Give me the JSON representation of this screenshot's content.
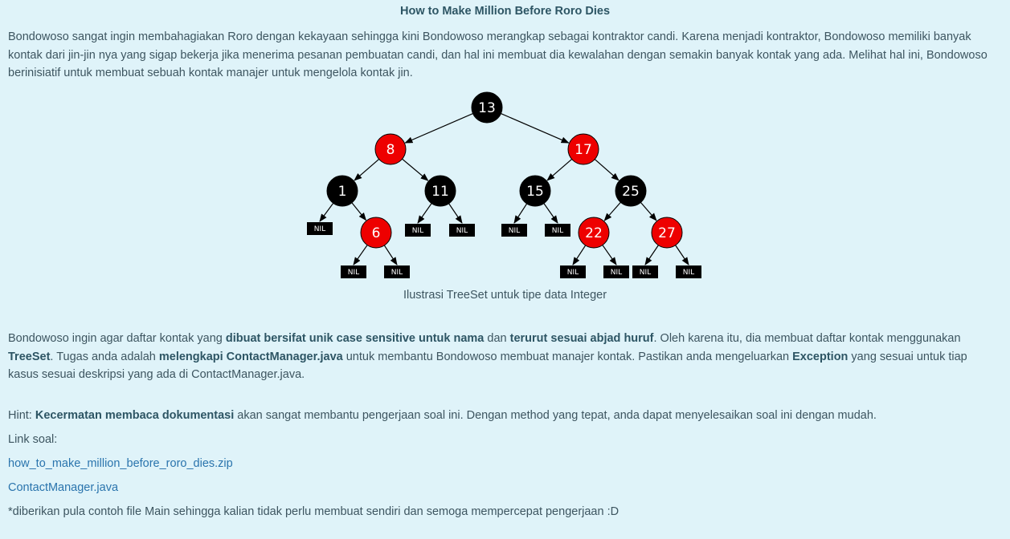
{
  "title": "How to Make Million Before Roro Dies",
  "intro": "Bondowoso sangat ingin membahagiakan Roro dengan kekayaan sehingga kini Bondowoso merangkap sebagai kontraktor candi. Karena menjadi kontraktor, Bondowoso memiliki banyak kontak dari jin-jin nya yang sigap bekerja jika menerima pesanan pembuatan candi, dan hal ini membuat dia kewalahan dengan semakin banyak kontak yang ada. Melihat hal ini, Bondowoso berinisiatif untuk membuat sebuah kontak manajer untuk mengelola kontak jin.",
  "tree": {
    "nodes": [
      "13",
      "8",
      "17",
      "1",
      "11",
      "15",
      "25",
      "6",
      "22",
      "27"
    ],
    "nil_label": "NIL",
    "colors": {
      "red": "#ee0000",
      "black": "#000000"
    }
  },
  "caption": "Ilustrasi TreeSet untuk tipe data Integer",
  "para2": {
    "t1": "Bondowoso ingin agar daftar kontak yang ",
    "b1": "dibuat bersifat unik case sensitive untuk nama",
    "t2": " dan ",
    "b2": "terurut sesuai abjad huruf",
    "t3": ". Oleh karena itu, dia membuat daftar kontak menggunakan ",
    "b3": "TreeSet",
    "t4": ". Tugas anda adalah ",
    "b4": "melengkapi ContactManager.java",
    "t5": " untuk membantu Bondowoso membuat manajer kontak. Pastikan anda mengeluarkan ",
    "b5": "Exception",
    "t6": " yang sesuai untuk tiap kasus sesuai deskripsi yang ada di ContactManager.java."
  },
  "hint": {
    "label": "Hint: ",
    "bold": "Kecermatan membaca dokumentasi",
    "rest": " akan sangat membantu pengerjaan soal ini. Dengan method yang tepat, anda dapat menyelesaikan soal ini dengan mudah."
  },
  "link_label": "Link soal:",
  "links": [
    "how_to_make_million_before_roro_dies.zip",
    "ContactManager.java"
  ],
  "note": "*diberikan pula contoh file Main sehingga kalian tidak perlu membuat sendiri dan semoga mempercepat pengerjaan :D"
}
